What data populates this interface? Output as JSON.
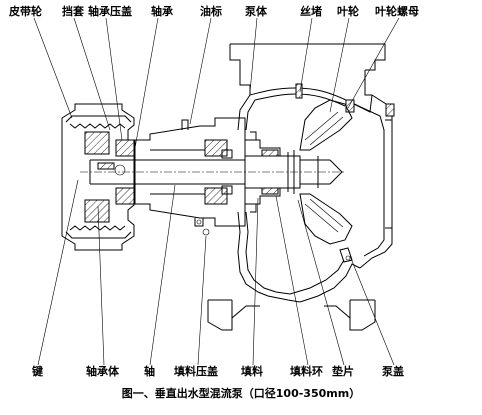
{
  "labels_top": [
    {
      "id": "belt-pulley",
      "text": "皮带轮"
    },
    {
      "id": "retaining-ring",
      "text": "挡套"
    },
    {
      "id": "bearing-gland",
      "text": "轴承压盖"
    },
    {
      "id": "bearing",
      "text": "轴承"
    },
    {
      "id": "oil-mark",
      "text": "油标"
    },
    {
      "id": "pump-body",
      "text": "泵体"
    },
    {
      "id": "wire-plug",
      "text": "丝堵"
    },
    {
      "id": "impeller",
      "text": "叶轮"
    },
    {
      "id": "impeller-nut",
      "text": "叶轮螺母"
    }
  ],
  "labels_bottom": [
    {
      "id": "key",
      "text": "键"
    },
    {
      "id": "bearing-body",
      "text": "轴承体"
    },
    {
      "id": "shaft",
      "text": "轴"
    },
    {
      "id": "packing-gland",
      "text": "填料压盖"
    },
    {
      "id": "packing",
      "text": "填料"
    },
    {
      "id": "packing-ring",
      "text": "填料环"
    },
    {
      "id": "gasket",
      "text": "垫片"
    },
    {
      "id": "pump-cover",
      "text": "泵盖"
    }
  ],
  "caption": "图一、垂直出水型混流泵（口径100-350mm）"
}
